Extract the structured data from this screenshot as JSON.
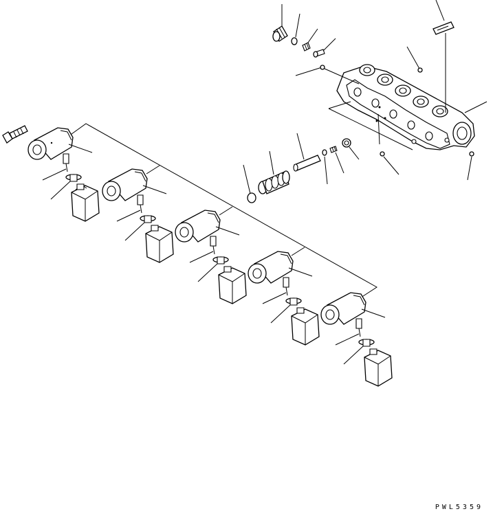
{
  "drawing_code": "PWL5359",
  "solenoid_count": 5,
  "manifold_port_count": 5
}
